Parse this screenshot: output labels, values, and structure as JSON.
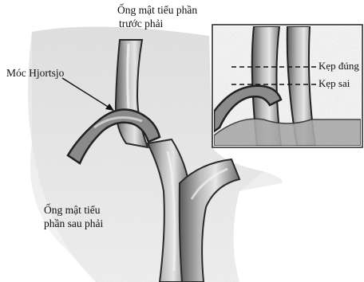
{
  "labels": {
    "right_anterior_duct": [
      "Ống mật tiểu phần",
      "trước phải"
    ],
    "hjortsjo_hook": "Móc Hjortsjo",
    "right_posterior_duct": [
      "Ống mật tiểu",
      "phần sau phải"
    ],
    "correct_clip": "Kẹp đúng",
    "wrong_clip": "Kẹp sai"
  }
}
